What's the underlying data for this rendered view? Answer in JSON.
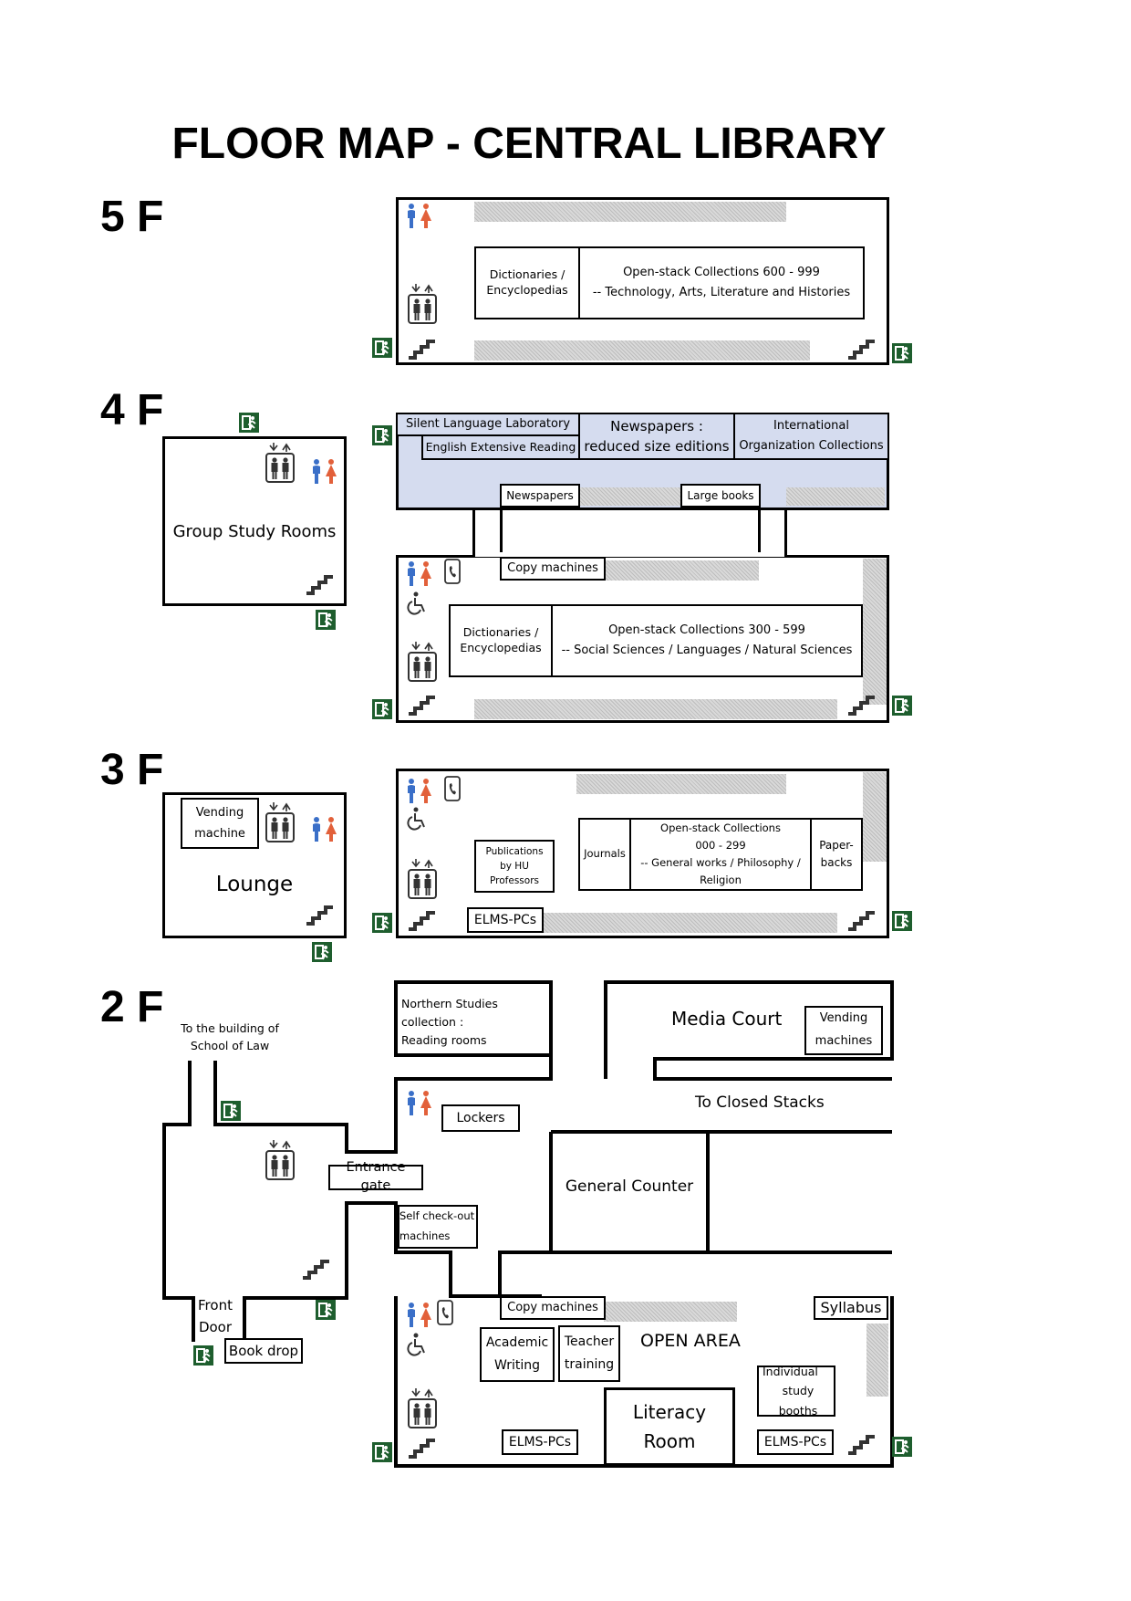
{
  "title": "FLOOR MAP - CENTRAL LIBRARY",
  "colors": {
    "accent_area": "#d5dcef",
    "exit_green": "#1e5e2e",
    "male": "#3a6fc8",
    "female": "#e2603a",
    "stack_gray": "#cccccc"
  },
  "floors": {
    "f5": {
      "label": "5 F",
      "dictionaries": [
        "Dictionaries /",
        "Encyclopedias"
      ],
      "collection": [
        "Open-stack Collections 600 - 999",
        "-- Technology, Arts, Literature and Histories"
      ]
    },
    "f4": {
      "label": "4 F",
      "group_study": "Group Study Rooms",
      "silent_lab": "Silent Language Laboratory",
      "english_reading": "English Extensive Reading",
      "newspapers_reduced": [
        "Newspapers :",
        "reduced size editions"
      ],
      "intl_org": [
        "International",
        "Organization Collections"
      ],
      "newspapers": "Newspapers",
      "large_books": "Large books",
      "copy_machines": "Copy machines",
      "dictionaries": [
        "Dictionaries /",
        "Encyclopedias"
      ],
      "collection": [
        "Open-stack Collections 300 - 599",
        "-- Social Sciences / Languages / Natural Sciences"
      ]
    },
    "f3": {
      "label": "3 F",
      "vending": [
        "Vending",
        "machine"
      ],
      "lounge": "Lounge",
      "publications": [
        "Publications",
        "by HU",
        "Professors"
      ],
      "journals": "Journals",
      "collection": [
        "Open-stack Collections",
        "000 - 299",
        "-- General works / Philosophy /",
        "Religion"
      ],
      "paperbacks": [
        "Paper-",
        "backs"
      ],
      "elms": "ELMS-PCs"
    },
    "f2": {
      "label": "2 F",
      "to_law": [
        "To the building of",
        "School of Law"
      ],
      "northern": [
        "Northern Studies",
        "collection :",
        "Reading rooms"
      ],
      "media_court": "Media Court",
      "vending": [
        "Vending",
        "machines"
      ],
      "to_closed": "To Closed Stacks",
      "lockers": "Lockers",
      "entrance_gate": "Entrance gate",
      "general_counter": "General Counter",
      "self_checkout": [
        "Self check-out",
        "machines"
      ],
      "front_door": [
        "Front",
        "Door"
      ],
      "book_drop": "Book drop",
      "copy_machines": "Copy machines",
      "syllabus": "Syllabus",
      "academic_writing": [
        "Academic",
        "Writing"
      ],
      "teacher_training": [
        "Teacher",
        "training"
      ],
      "open_area": "OPEN AREA",
      "individual_booths": [
        "Individual",
        "study booths"
      ],
      "literacy_room": [
        "Literacy",
        "Room"
      ],
      "elms_left": "ELMS-PCs",
      "elms_right": "ELMS-PCs"
    }
  },
  "icons": [
    "restroom-icon",
    "elevator-icon",
    "stairs-icon",
    "emergency-exit-icon",
    "accessible-icon",
    "phone-icon"
  ]
}
